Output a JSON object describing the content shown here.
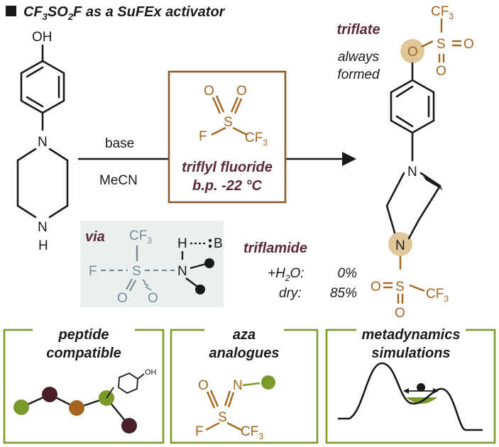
{
  "colors": {
    "black": "#1a1a1a",
    "orange": "#a3651f",
    "green": "#7a9a2a",
    "plum": "#5a2a3a",
    "gray": "#7a8a94",
    "tan": "#e0c79a",
    "panel": "#eaf0f0"
  },
  "title": {
    "prefix": "CF",
    "sub1": "3",
    "mid": "SO",
    "sub2": "2",
    "suffix": "F as a SuFEx activator"
  },
  "reactant": {
    "oh": "OH",
    "n_top": "N",
    "n_bottom": "N",
    "h": "H"
  },
  "arrow": {
    "above": "base",
    "below": "MeCN"
  },
  "reagent_box": {
    "o1": "O",
    "o2": "O",
    "s": "S",
    "f": "F",
    "cf3": "CF",
    "cf3_sub": "3",
    "name": "triflyl fluoride",
    "bp": "b.p. -22 °C"
  },
  "triflate_label": {
    "name": "triflate",
    "line1": "always",
    "line2": "formed"
  },
  "product": {
    "cf3_top": "CF",
    "cf3_top_sub": "3",
    "o_link": "O",
    "s_top": "S",
    "o_top_right": "O",
    "o_top_below": "O",
    "n_upper": "N",
    "n_lower": "N",
    "s_bottom": "S",
    "o_bottom_left": "O",
    "o_bottom_below": "O",
    "cf3_bottom": "CF",
    "cf3_bottom_sub": "3"
  },
  "via_panel": {
    "label": "via",
    "cf3": "CF",
    "cf3_sub": "3",
    "f": "F",
    "s": "S",
    "o1": "O",
    "o2": "O",
    "n": "N",
    "h": "H",
    "b": "B"
  },
  "triflamide": {
    "name": "triflamide",
    "row1_label": "+H",
    "row1_sub": "2",
    "row1_suffix": "O:",
    "row1_value": "0%",
    "row2_label": "dry:",
    "row2_value": "85%"
  },
  "panels": [
    {
      "line1": "peptide",
      "line2": "compatible",
      "oh": "OH"
    },
    {
      "line1": "aza",
      "line2": "analogues",
      "n": "N",
      "o": "O",
      "s": "S",
      "f": "F",
      "cf3": "CF",
      "cf3_sub": "3"
    },
    {
      "line1": "metadynamics",
      "line2": "simulations"
    }
  ]
}
